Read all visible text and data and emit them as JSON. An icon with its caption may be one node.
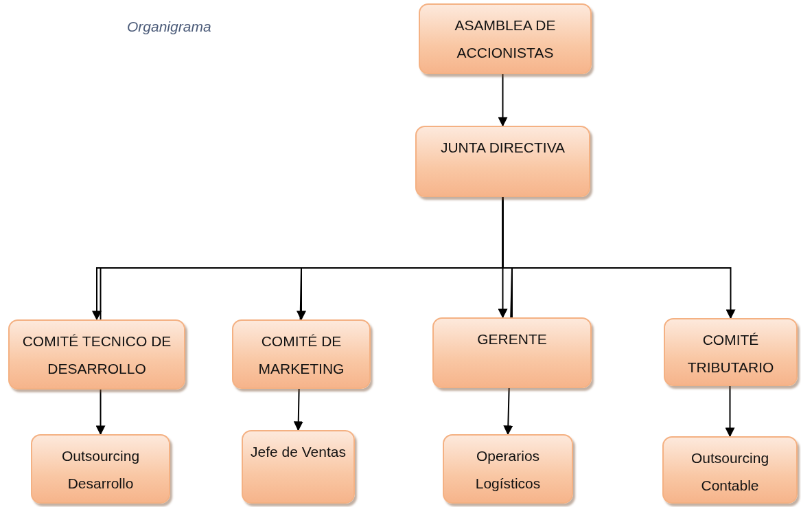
{
  "diagram": {
    "title": "Organigrama",
    "nodes": [
      {
        "text": [
          "ASAMBLEA DE ACCIONISTAS"
        ]
      },
      {
        "text": [
          "JUNTA DIRECTIVA"
        ]
      },
      {
        "text": [
          "COMITÉ TECNICO DE DESARROLLO"
        ]
      },
      {
        "text": [
          "COMITÉ DE MARKETING"
        ]
      },
      {
        "text": [
          "GERENTE"
        ]
      },
      {
        "text": [
          "COMITÉ TRIBUTARIO"
        ]
      },
      {
        "text": [
          "Outsourcing Desarrollo"
        ]
      },
      {
        "text": [
          "Jefe de Ventas"
        ]
      },
      {
        "text": [
          "Operarios Logísticos"
        ]
      },
      {
        "text": [
          "Outsourcing Contable"
        ]
      }
    ],
    "edges": [
      {
        "from": 0,
        "to": 1,
        "arrow": "to"
      },
      {
        "from": 1,
        "to": 2,
        "arrow": "to"
      },
      {
        "from": 1,
        "to": 3,
        "arrow": "to"
      },
      {
        "from": 1,
        "to": 4,
        "arrow": "to"
      },
      {
        "from": 1,
        "to": 5,
        "arrow": "to"
      },
      {
        "from": 2,
        "to": 6,
        "arrow": "to"
      },
      {
        "from": 3,
        "to": 7,
        "arrow": "to"
      },
      {
        "from": 4,
        "to": 8,
        "arrow": "to"
      },
      {
        "from": 5,
        "to": 9,
        "arrow": "to"
      }
    ]
  }
}
